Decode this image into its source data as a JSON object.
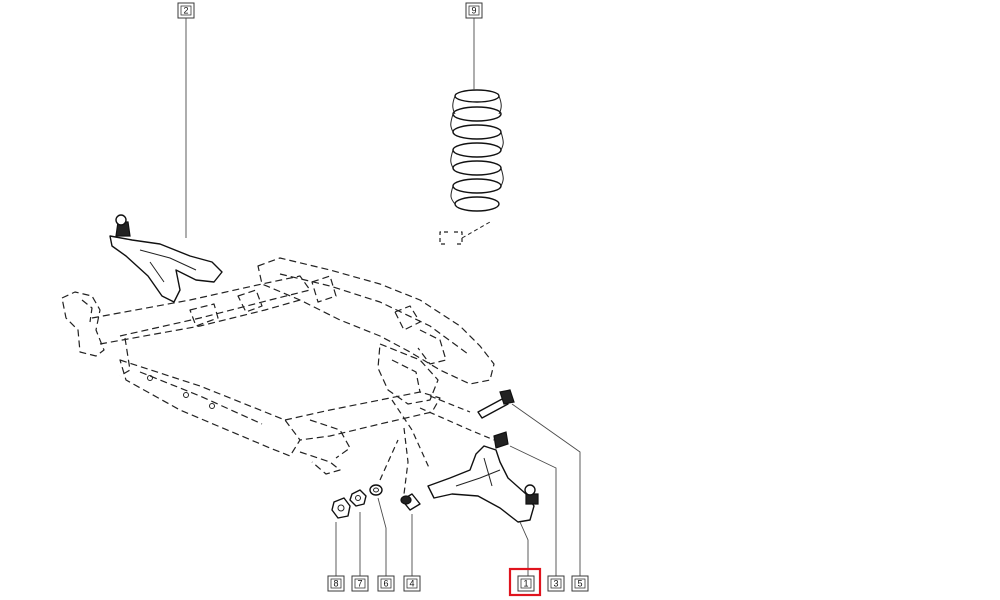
{
  "callouts": [
    {
      "id": "1",
      "label": "1",
      "highlighted": true
    },
    {
      "id": "2",
      "label": "2"
    },
    {
      "id": "3",
      "label": "3"
    },
    {
      "id": "4",
      "label": "4"
    },
    {
      "id": "5",
      "label": "5"
    },
    {
      "id": "6",
      "label": "6"
    },
    {
      "id": "7",
      "label": "7"
    },
    {
      "id": "8",
      "label": "8"
    },
    {
      "id": "9",
      "label": "9"
    }
  ],
  "colors": {
    "highlight": "#e0141e",
    "line": "#222222",
    "background": "#ffffff"
  }
}
